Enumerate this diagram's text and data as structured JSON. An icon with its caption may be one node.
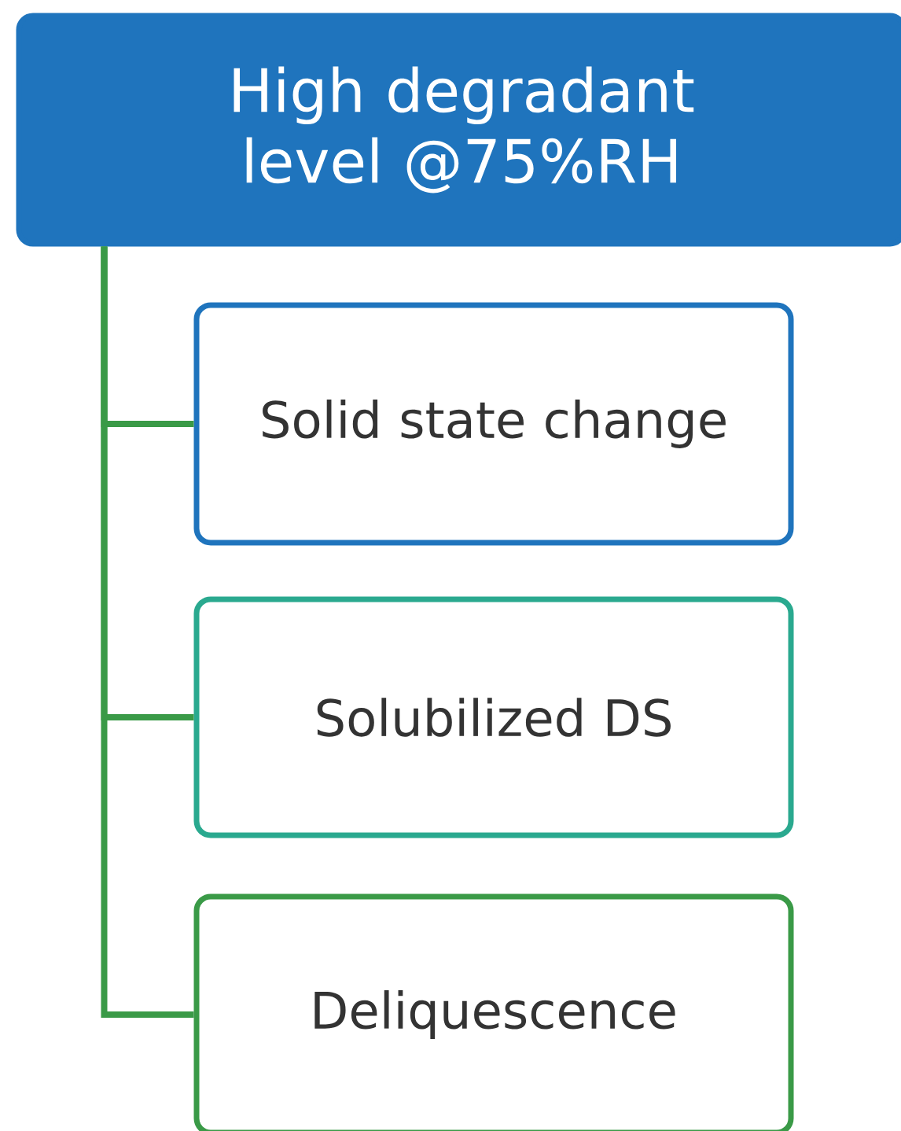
{
  "diagram": {
    "nodes": [
      {
        "text": [
          "High degradant level @75%RH"
        ]
      },
      {
        "text": [
          "Solid state change"
        ]
      },
      {
        "text": [
          "Solubilized DS"
        ]
      },
      {
        "text": [
          "Deliquescence"
        ]
      }
    ],
    "edges": [
      {
        "from": 0,
        "to": 1,
        "arrow": "none"
      },
      {
        "from": 0,
        "to": 2,
        "arrow": "none"
      },
      {
        "from": 0,
        "to": 3,
        "arrow": "none"
      }
    ]
  }
}
